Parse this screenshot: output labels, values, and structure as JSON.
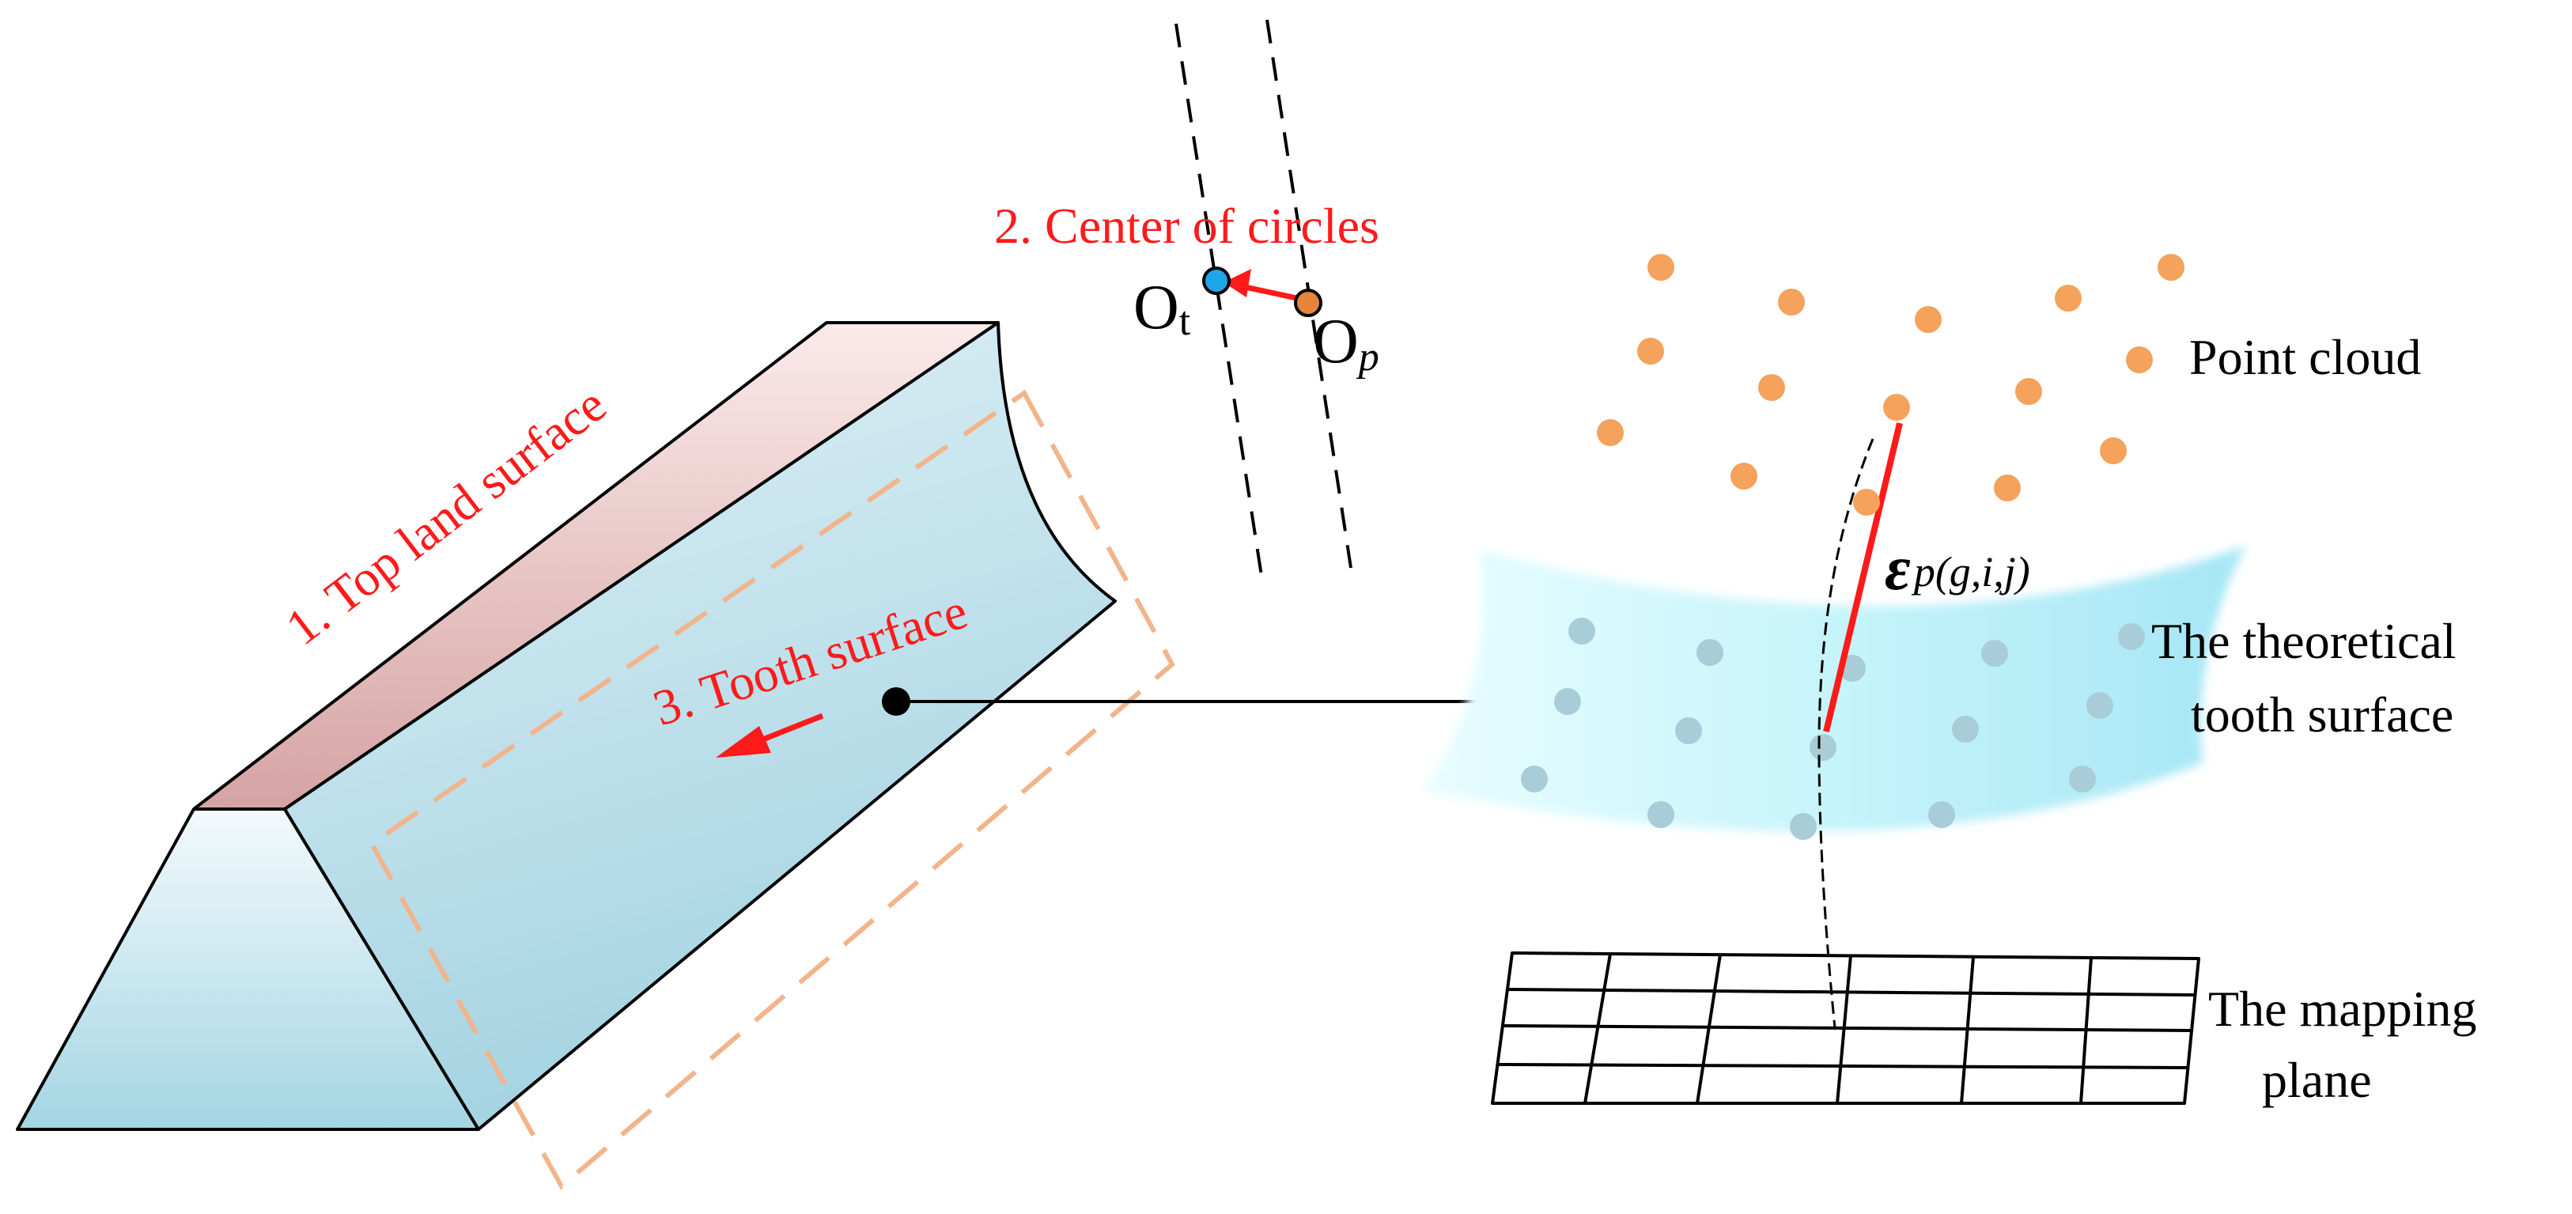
{
  "labels": {
    "top_land": "1. Top land surface",
    "center_circles": "2. Center of circles",
    "tooth_surface": "3. Tooth surface",
    "point_cloud": "Point cloud",
    "theoretical_line1": "The theoretical",
    "theoretical_line2": "tooth surface",
    "mapping_line1": "The mapping",
    "mapping_line2": "plane"
  },
  "symbols": {
    "ot_main": "O",
    "ot_sub": "t",
    "op_main": "O",
    "op_sub": "p",
    "epsilon": "ε",
    "epsilon_sub": "p(g,i,j)"
  },
  "colors": {
    "annotation": "#ff1a1a",
    "orange_point": "#f4a25c",
    "orange_dash": "#f2b48a",
    "center_blue": "#1ea7e8",
    "center_orange": "#e8833a",
    "theoretical_point": "#a8ccd8",
    "surface_cyan": "#bff2fb",
    "outline": "#000000"
  },
  "icons": {
    "direction_arrow": "red-arrow-icon"
  }
}
